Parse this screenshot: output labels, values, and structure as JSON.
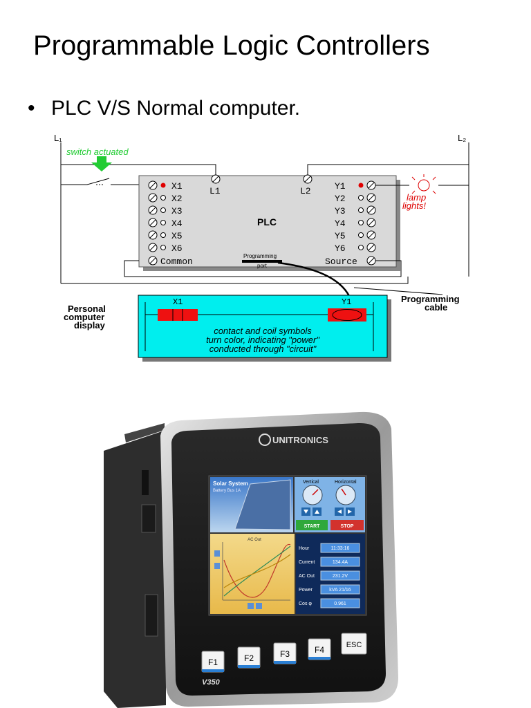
{
  "slide": {
    "title": "Programmable Logic Controllers",
    "bullet": "PLC V/S  Normal computer."
  },
  "diagram": {
    "l1": "L₁",
    "l2": "L₂",
    "switch_label": "switch actuated",
    "plc_label": "PLC",
    "inputs": [
      "X1",
      "X2",
      "X3",
      "X4",
      "X5",
      "X6"
    ],
    "outputs": [
      "Y1",
      "Y2",
      "Y3",
      "Y4",
      "Y5",
      "Y6"
    ],
    "common": "Common",
    "source": "Source",
    "terminal_l1": "L1",
    "terminal_l2": "L2",
    "port_top": "Programming",
    "port_bottom": "port",
    "lamp_line1": "lamp",
    "lamp_line2": "lights!",
    "cable_line1": "Programming",
    "cable_line2": "cable",
    "pc_line1": "Personal",
    "pc_line2": "computer",
    "pc_line3": "display",
    "ladder_contact": "X1",
    "ladder_coil": "Y1",
    "caption_line1": "contact and coil symbols",
    "caption_line2": "turn color, indicating \"power\"",
    "caption_line3": "conducted through \"circuit\""
  },
  "device": {
    "brand": "UNITRONICS",
    "model": "V350",
    "screen_title": "Solar System",
    "screen_sub": "Battery Bus 1A",
    "vertical": "Vertical",
    "horizontal": "Horizontal",
    "start": "START",
    "stop": "STOP",
    "chart_title": "AC Out",
    "readouts": [
      {
        "label": "Hour",
        "value": "11:33:16"
      },
      {
        "label": "Current",
        "value": "134.4A"
      },
      {
        "label": "AC Out",
        "value": "231.2V"
      },
      {
        "label": "Power",
        "value": "kVA  21/16"
      },
      {
        "label": "Cos φ",
        "value": "0.961"
      }
    ],
    "keys": [
      "F1",
      "F2",
      "F3",
      "F4",
      "ESC"
    ]
  },
  "colors": {
    "switch_green": "#22cc33",
    "lamp_red": "#dd0000",
    "display_cyan": "#00eeee",
    "contact_red": "#ee1111"
  }
}
